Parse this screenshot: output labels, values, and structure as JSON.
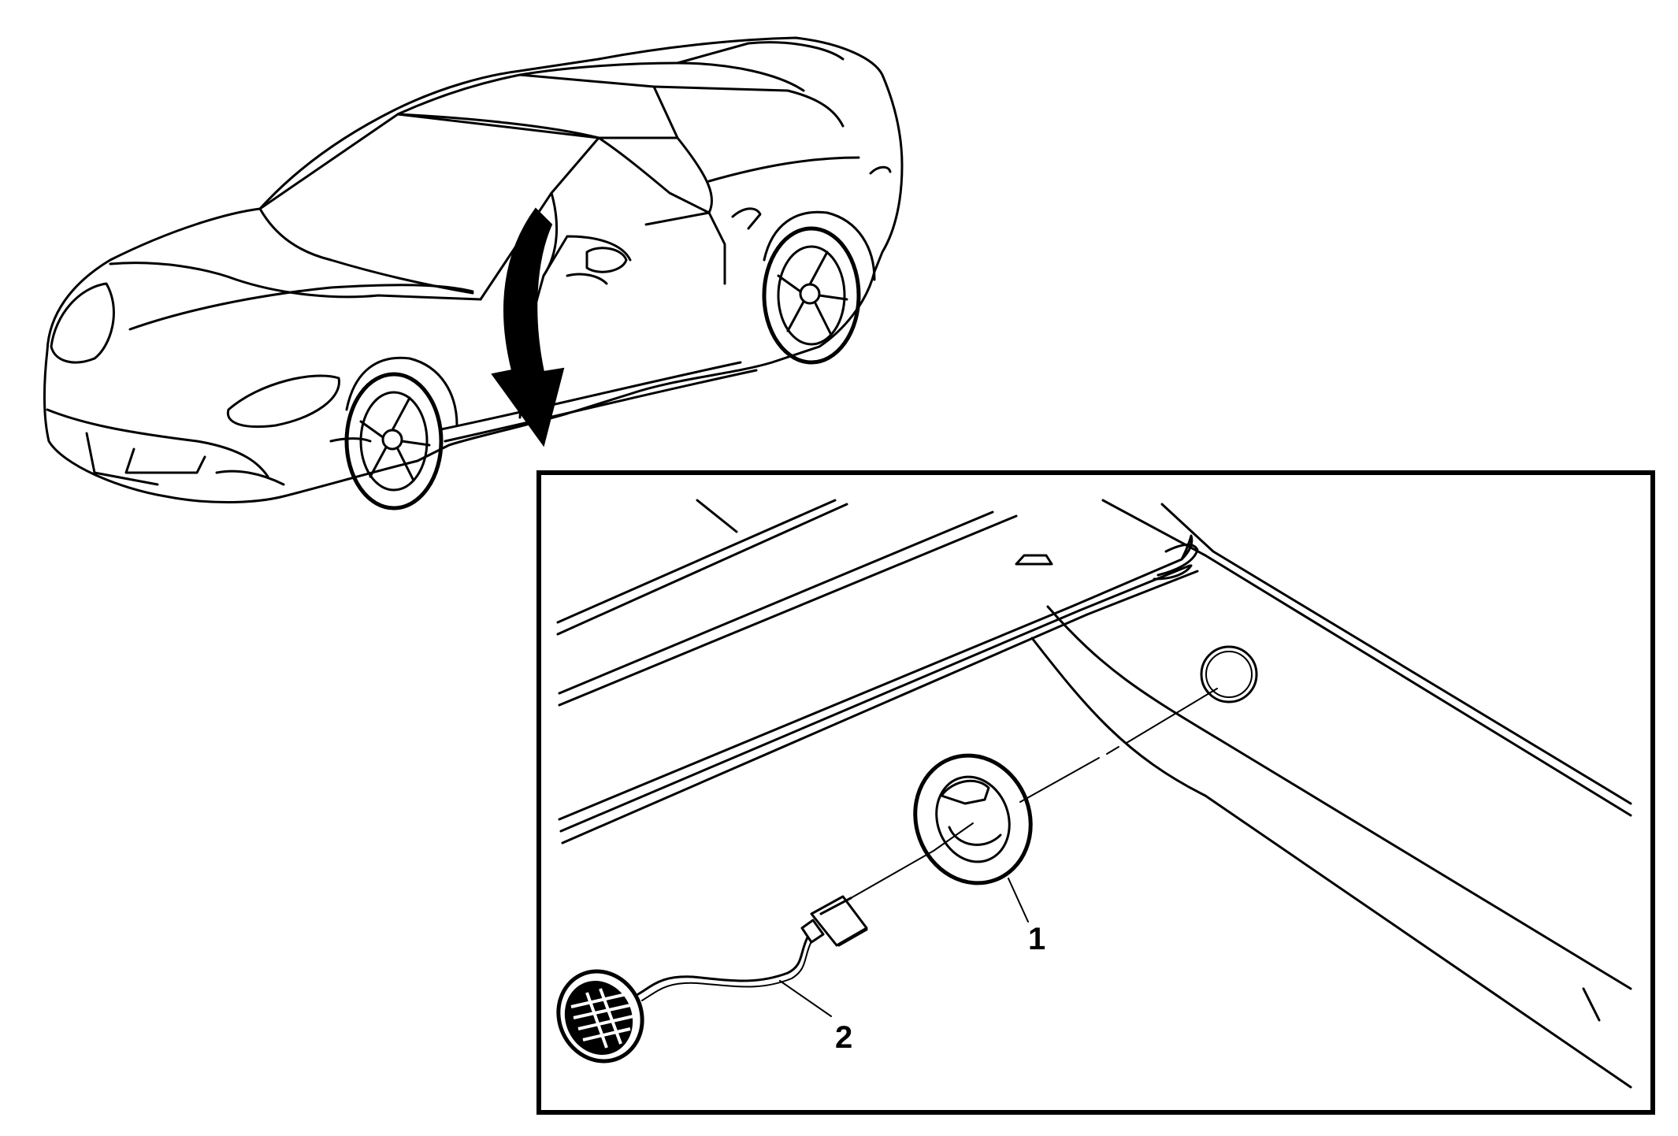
{
  "diagram": {
    "callouts": [
      {
        "id": "1",
        "label": "1"
      },
      {
        "id": "2",
        "label": "2"
      }
    ],
    "icons": [
      "car-illustration-icon",
      "direction-arrow-icon",
      "grommet-icon",
      "speaker-icon"
    ],
    "colors": {
      "line": "#000000",
      "background": "#ffffff"
    }
  }
}
